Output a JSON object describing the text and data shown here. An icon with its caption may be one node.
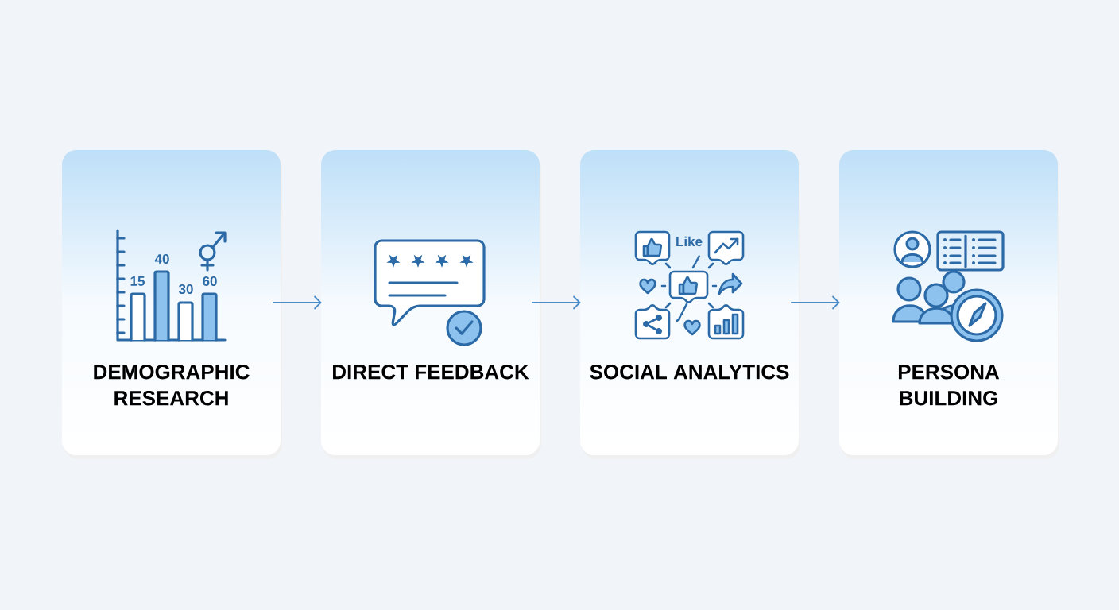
{
  "diagram": {
    "nodes": [
      {
        "text": [
          "DEMOGRAPHIC RESEARCH"
        ]
      },
      {
        "text": [
          "DIRECT FEEDBACK"
        ]
      },
      {
        "text": [
          "SOCIAL ANALYTICS"
        ]
      },
      {
        "text": [
          "PERSONA BUILDING"
        ]
      }
    ],
    "edges": [
      {
        "from": 0,
        "to": 1,
        "arrow": "to"
      },
      {
        "from": 1,
        "to": 2,
        "arrow": "to"
      },
      {
        "from": 2,
        "to": 3,
        "arrow": "to"
      }
    ],
    "labels": [
      "15",
      "40",
      "30",
      "60",
      "Like"
    ]
  }
}
